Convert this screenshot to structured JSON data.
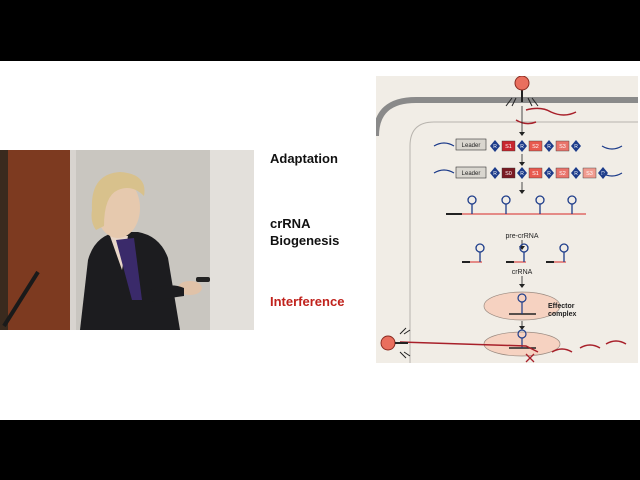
{
  "slide": {
    "stages": {
      "adaptation": "Adaptation",
      "biogenesis_line1": "crRNA",
      "biogenesis_line2": "Biogenesis",
      "interference": "Interference"
    },
    "figure": {
      "leader_label": "Leader",
      "repeat_label": "R",
      "spacers_row1": [
        "S1",
        "S2",
        "S3"
      ],
      "spacers_row2": [
        "S0",
        "S1",
        "S2",
        "S3"
      ],
      "pre_crrna_label": "pre-crRNA",
      "crrna_label": "crRNA",
      "effector_line1": "Effector",
      "effector_line2": "complex"
    },
    "colors": {
      "interference_text": "#c0221c",
      "cell_background": "#f1ede6",
      "effector_fill": "#f6d2c1",
      "dna_red": "#a8202a",
      "dna_blue": "#1d3c8a"
    }
  },
  "video": {
    "description_icon": "presenter-video"
  }
}
